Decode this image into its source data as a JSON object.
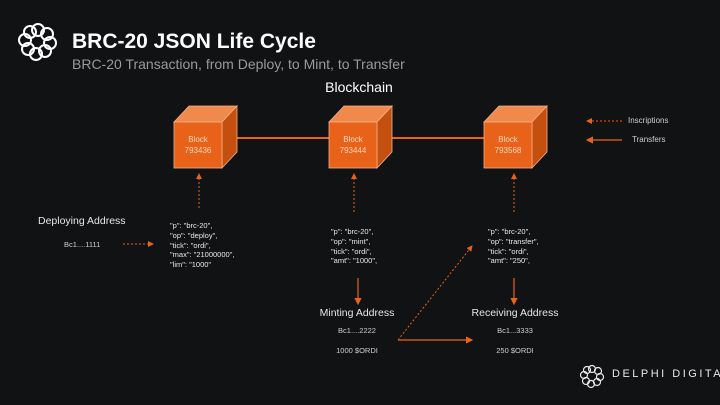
{
  "header": {
    "title": "BRC-20 JSON Life Cycle",
    "subtitle": "BRC-20 Transaction, from Deploy, to Mint, to Transfer",
    "logo_icon": "delphi-knot-icon"
  },
  "diagram": {
    "chain_title": "Blockchain",
    "colors": {
      "accent": "#e8621a",
      "background": "#111214"
    },
    "blocks": [
      {
        "label": "Block",
        "number": "793436"
      },
      {
        "label": "Block",
        "number": "793444"
      },
      {
        "label": "Block",
        "number": "793568"
      }
    ],
    "deploy": {
      "address_title": "Deploying Address",
      "address": "Bc1....1111",
      "json": "\"p\": \"brc-20\",\n\"op\": \"deploy\",\n\"tick\": \"ordi\",\n\"max\": \"21000000\",\n\"lim\": \"1000\""
    },
    "mint": {
      "json": "\"p\": \"brc-20\",\n\"op\": \"mint\",\n\"tick\": \"ordi\",\n\"amt\": \"1000\",",
      "address_title": "Minting Address",
      "address": "Bc1....2222",
      "balance": "1000 $ORDI"
    },
    "transfer": {
      "json": "\"p\": \"brc-20\",\n\"op\": \"transfer\",\n\"tick\": \"ordi\",\n\"amt\": \"250\",",
      "address_title": "Receiving Address",
      "address": "Bc1...3333",
      "balance": "250 $ORDI"
    },
    "legend": [
      {
        "label": "Inscriptions",
        "style": "dashed"
      },
      {
        "label": "Transfers",
        "style": "solid"
      }
    ]
  },
  "footer": {
    "brand": "DELPHI DIGITAL"
  }
}
